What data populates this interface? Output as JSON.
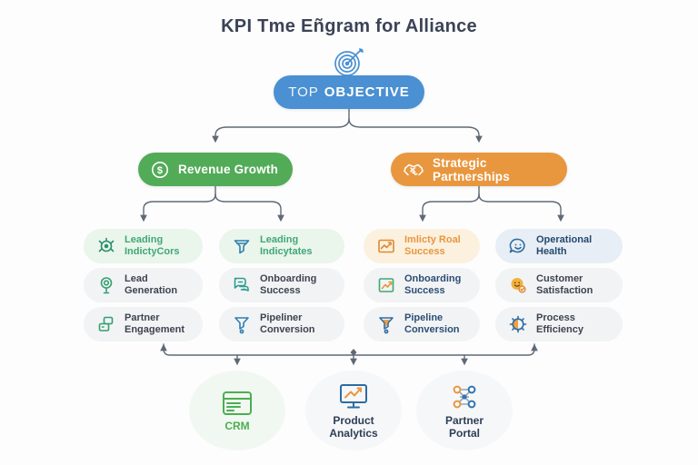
{
  "title": "KPI Tme Eñgram for Alliance",
  "top_objective": {
    "word1": "TOP",
    "word2": "OBJECTIVE",
    "color": "#4a90d2",
    "icon": "target-icon"
  },
  "icons": {
    "dollar_symbol": "$"
  },
  "colors": {
    "objective_blue": "#4a90d2",
    "revenue_green": "#52ab57",
    "partnership_orange": "#e8973f",
    "tint_green_bg": "#eaf5ec",
    "tint_orange_bg": "#fcf1de",
    "tint_blue_bg": "#e8eef5",
    "chip_gray_bg": "#f2f3f5",
    "connector_gray": "#5f6977",
    "title_text": "#3b4356"
  },
  "branches": [
    {
      "label": "Revenue Growth",
      "icon": "dollar-coin-icon",
      "color": "#52ab57",
      "columns": [
        {
          "items": [
            {
              "line1": "Leading",
              "line2": "IndictyCors",
              "icon": "gauge-icon",
              "theme": "tint-green"
            },
            {
              "line1": "Lead",
              "line2": "Generation",
              "icon": "magnifier-icon",
              "theme": "gray"
            },
            {
              "line1": "Partner",
              "line2": "Engagement",
              "icon": "boxes-icon",
              "theme": "gray"
            }
          ]
        },
        {
          "items": [
            {
              "line1": "Leading",
              "line2": "Indicytates",
              "icon": "funnel-grid-icon",
              "theme": "tint-green"
            },
            {
              "line1": "Onboarding",
              "line2": "Success",
              "icon": "chat-bubbles-icon",
              "theme": "gray"
            },
            {
              "line1": "Pipeliner",
              "line2": "Conversion",
              "icon": "funnel-icon",
              "theme": "gray"
            }
          ]
        }
      ]
    },
    {
      "label": "Strategic Partnerships",
      "icon": "handshake-icon",
      "color": "#e8973f",
      "columns": [
        {
          "items": [
            {
              "line1": "Imlicty Roal",
              "line2": "Success",
              "icon": "envelope-chart-icon",
              "theme": "tint-orange"
            },
            {
              "line1": "Onboarding",
              "line2": "Success",
              "icon": "chart-frame-icon",
              "theme": "gray-navy"
            },
            {
              "line1": "Pipeline",
              "line2": "Conversion",
              "icon": "funnel-fill-icon",
              "theme": "gray-navy"
            }
          ]
        },
        {
          "items": [
            {
              "line1": "Operational",
              "line2": "Health",
              "icon": "smiley-chat-icon",
              "theme": "tint-blue"
            },
            {
              "line1": "Customer",
              "line2": "Satisfaction",
              "icon": "happy-mascot-icon",
              "theme": "gray"
            },
            {
              "line1": "Process",
              "line2": "Efficiency",
              "icon": "gear-clock-icon",
              "theme": "gray"
            }
          ]
        }
      ]
    }
  ],
  "tools": [
    {
      "lines": [
        "CRM",
        ""
      ],
      "icon": "crm-browser-icon",
      "theme": "green"
    },
    {
      "lines": [
        "Product",
        "Analytics"
      ],
      "icon": "monitor-chart-icon",
      "theme": "navy"
    },
    {
      "lines": [
        "Partner",
        "Portal"
      ],
      "icon": "network-icon",
      "theme": "navy"
    }
  ]
}
